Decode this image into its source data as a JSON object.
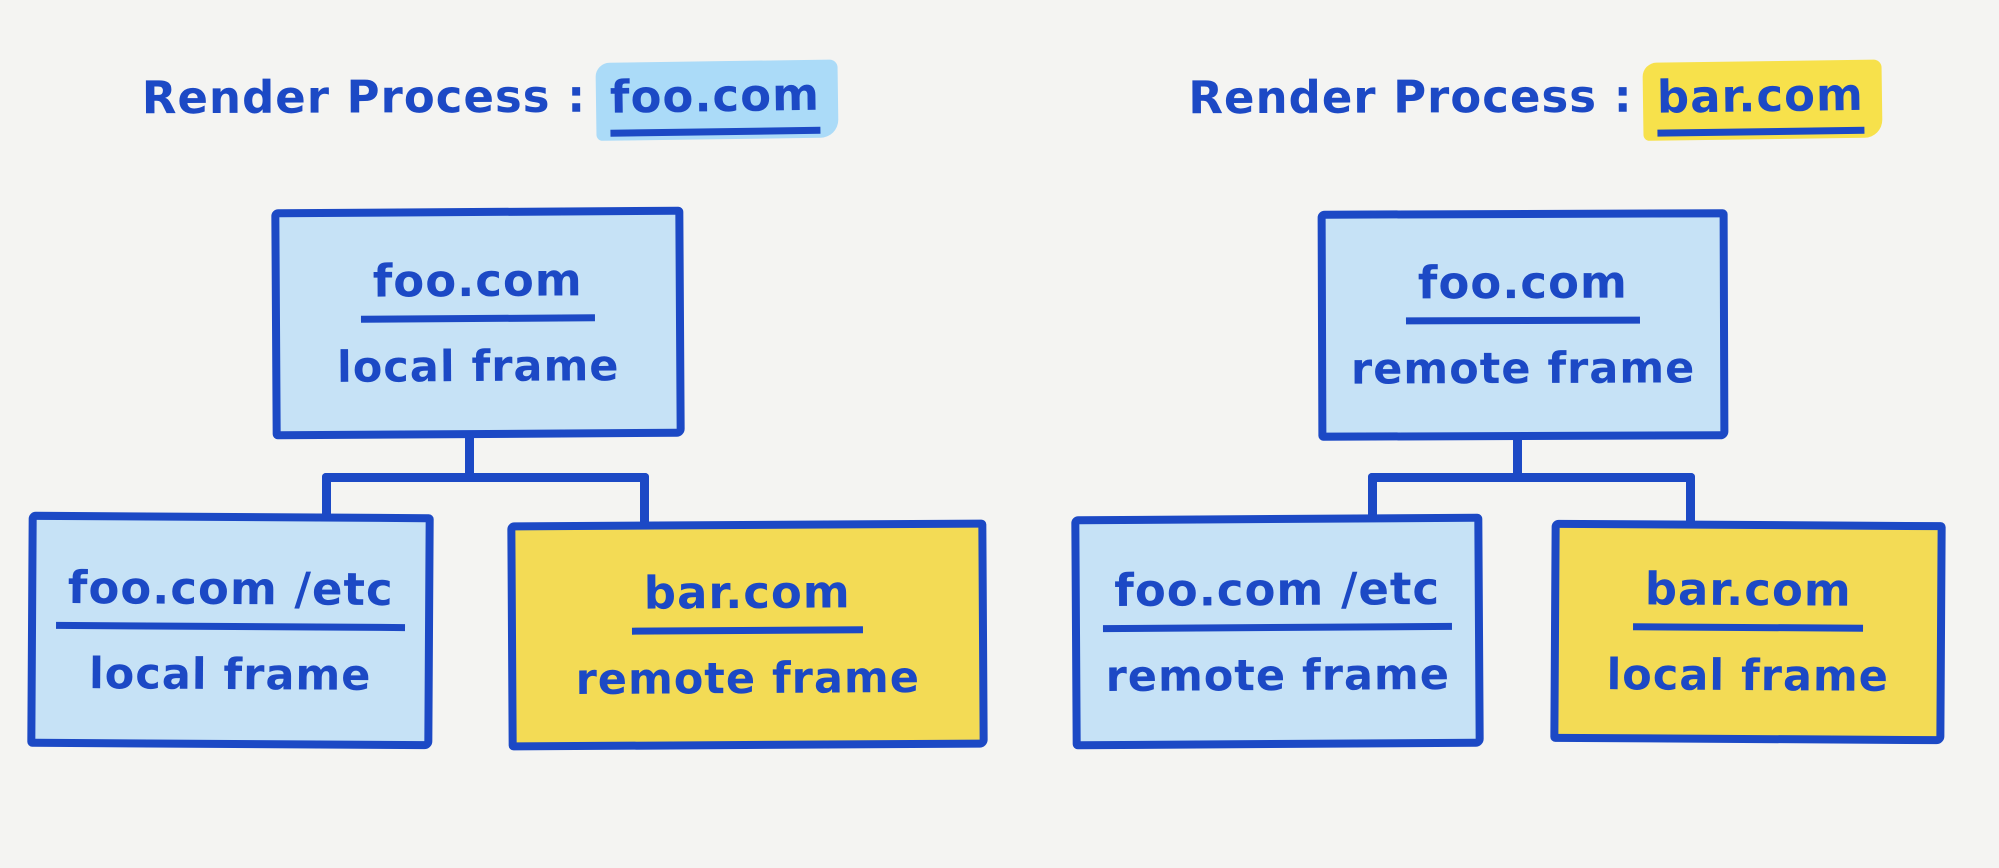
{
  "colors": {
    "background": "#f4f4f2",
    "ink": "#1c49c5",
    "blue_fill": "#c6e2f6",
    "yellow_fill": "#f3db55",
    "blue_highlight": "#abdbf8",
    "yellow_highlight": "#f7e14b"
  },
  "trees": [
    {
      "title": {
        "prefix": "Render Process :",
        "process": "foo.com",
        "highlight": "blue"
      },
      "root": {
        "site": "foo.com",
        "frame": "local frame",
        "fill": "blue"
      },
      "children": [
        {
          "site": "foo.com /etc",
          "frame": "local frame",
          "fill": "blue"
        },
        {
          "site": "bar.com",
          "frame": "remote frame",
          "fill": "yellow"
        }
      ]
    },
    {
      "title": {
        "prefix": "Render Process :",
        "process": "bar.com",
        "highlight": "yellow"
      },
      "root": {
        "site": "foo.com",
        "frame": "remote frame",
        "fill": "blue"
      },
      "children": [
        {
          "site": "foo.com /etc",
          "frame": "remote frame",
          "fill": "blue"
        },
        {
          "site": "bar.com",
          "frame": "local frame",
          "fill": "yellow"
        }
      ]
    }
  ]
}
